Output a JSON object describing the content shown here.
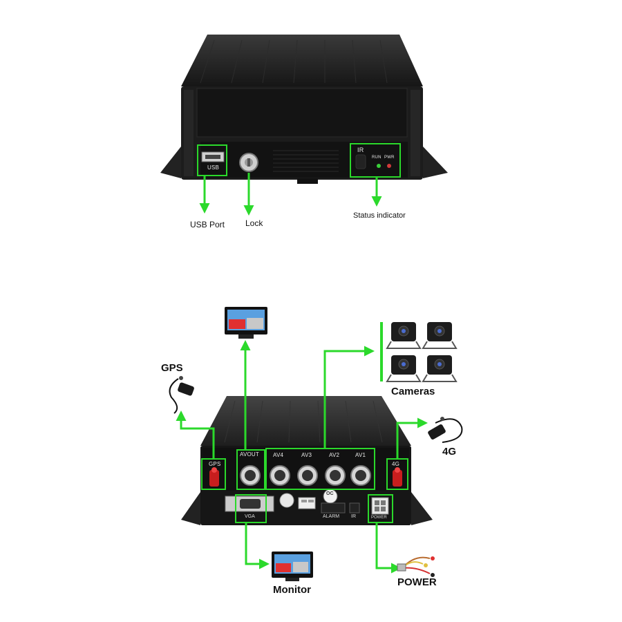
{
  "top_unit": {
    "panel_labels": {
      "usb": "USB",
      "ir": "IR",
      "run": "RUN",
      "pwr": "PWR"
    },
    "callouts": {
      "usb_port": "USB Port",
      "lock": "Lock",
      "status": "Status indicator"
    }
  },
  "bottom_unit": {
    "panel_labels": {
      "gps": "GPS",
      "avout": "AVOUT",
      "av4": "AV4",
      "av3": "AV3",
      "av2": "AV2",
      "av1": "AV1",
      "g4": "4G",
      "vga": "VGA",
      "alarm": "ALARM",
      "ir": "IR",
      "power": "POWER",
      "oc": "OC"
    },
    "callouts": {
      "gps": "GPS",
      "cameras": "Cameras",
      "g4": "4G",
      "monitor": "Monitor",
      "power": "POWER"
    }
  },
  "colors": {
    "accent_green": "#2bd92b",
    "device_body": "#1b1b1b",
    "panel": "#101010",
    "antenna_red": "#c81e1e"
  }
}
